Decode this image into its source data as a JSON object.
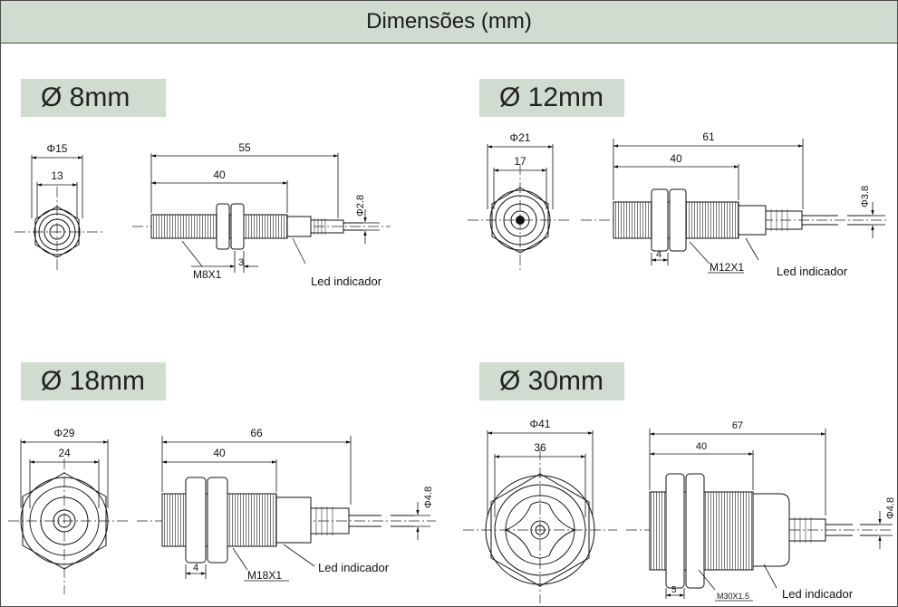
{
  "header": {
    "title": "Dimensões (mm)"
  },
  "sensors": [
    {
      "label": "Ø 8mm",
      "front_outer": "Φ15",
      "front_inner": "13",
      "total_length": "55",
      "thread_length": "40",
      "cable_dia": "Φ2.8",
      "thread": "M8X1",
      "nut_width": "3",
      "led": "Led indicador"
    },
    {
      "label": "Ø 12mm",
      "front_outer": "Φ21",
      "front_inner": "17",
      "total_length": "61",
      "thread_length": "40",
      "cable_dia": "Φ3.8",
      "thread": "M12X1",
      "nut_width": "4",
      "led": "Led indicador"
    },
    {
      "label": "Ø 18mm",
      "front_outer": "Φ29",
      "front_inner": "24",
      "total_length": "66",
      "thread_length": "40",
      "cable_dia": "Φ4.8",
      "thread": "M18X1",
      "nut_width": "4",
      "led": "Led indicador"
    },
    {
      "label": "Ø 30mm",
      "front_outer": "Φ41",
      "front_inner": "36",
      "total_length": "67",
      "thread_length": "40",
      "cable_dia": "Φ4.8",
      "thread": "M30X1.5",
      "nut_width": "5",
      "led": "Led indicador"
    }
  ]
}
